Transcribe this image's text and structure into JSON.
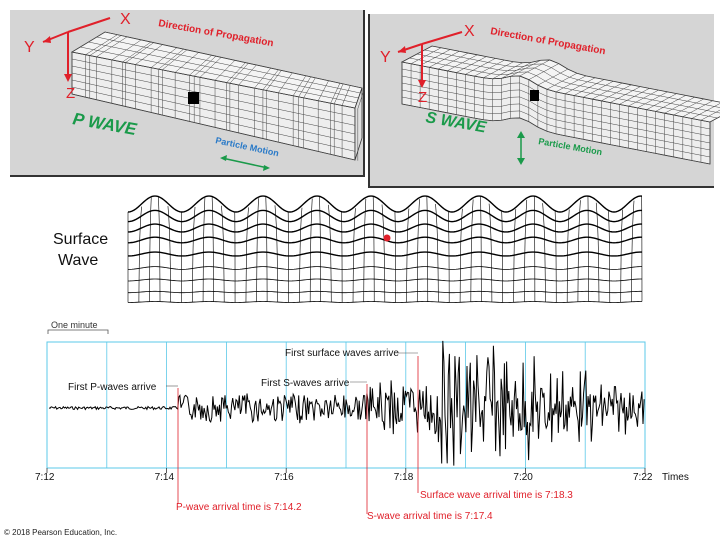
{
  "p_wave_panel": {
    "axis_x": "X",
    "axis_y": "Y",
    "axis_z": "Z",
    "direction": "Direction of Propagation",
    "title": "P WAVE",
    "particle_motion": "Particle Motion"
  },
  "s_wave_panel": {
    "axis_x": "X",
    "axis_y": "Y",
    "axis_z": "Z",
    "direction": "Direction of Propagation",
    "title": "S WAVE",
    "particle_motion": "Particle Motion"
  },
  "surface_wave": {
    "title_line1": "Surface",
    "title_line2": "Wave"
  },
  "seismogram": {
    "one_minute": "One minute",
    "p_arrive": "First P-waves arrive",
    "s_arrive": "First S-waves arrive",
    "surface_arrive": "First surface waves arrive",
    "time_ticks": [
      "7:12",
      "7:14",
      "7:16",
      "7:18",
      "7:20",
      "7:22"
    ],
    "times_label": "Times",
    "p_arrival_time": "P-wave arrival time is 7:14.2",
    "s_arrival_time": "S-wave arrival time is 7:17.4",
    "surface_arrival_time": "Surface wave arrival time is 7:18.3"
  },
  "copyright": "© 2018 Pearson Education, Inc.",
  "colors": {
    "accent_red": "#e0202a",
    "grid_cyan": "#5bc8e8",
    "wave_green": "#1a9a4a",
    "panel_gray": "#d5d5d5"
  }
}
